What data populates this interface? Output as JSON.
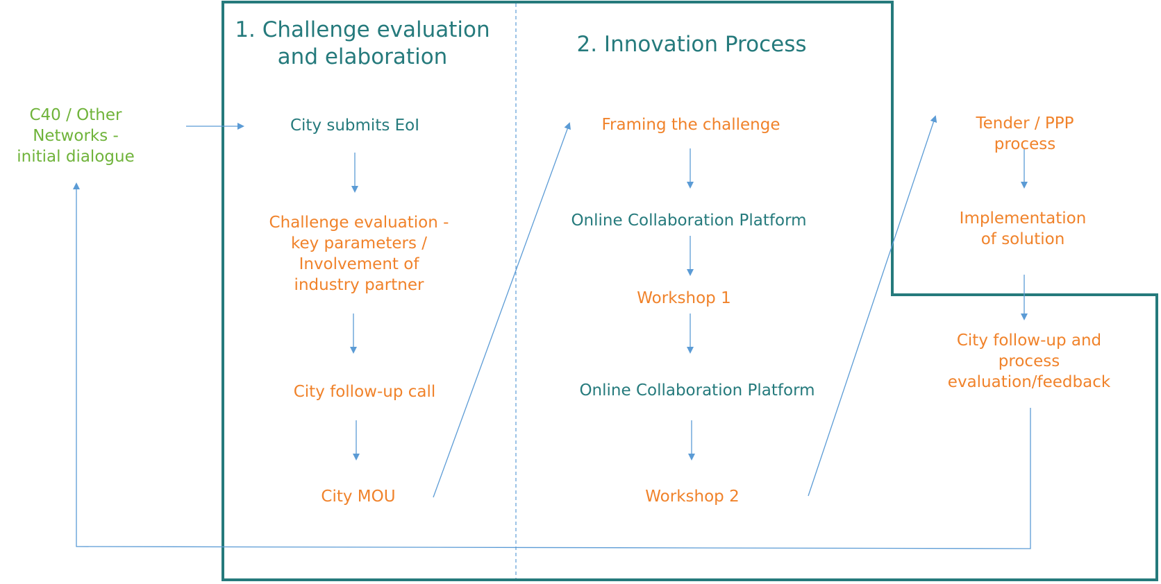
{
  "sections": {
    "section1_title": "1. Challenge  evaluation\nand elaboration",
    "section2_title": "2. Innovation Process"
  },
  "external": {
    "c40": "C40 / Other\nNetworks -\ninitial dialogue"
  },
  "stage1": {
    "submit_eoi": "City submits EoI",
    "challenge_eval": "Challenge evaluation -\nkey parameters /\nInvolvement of\nindustry partner",
    "follow_up_call": "City follow-up call",
    "mou": "City MOU"
  },
  "stage2": {
    "framing": "Framing the challenge",
    "platform_1": "Online Collaboration Platform",
    "workshop_1": "Workshop 1",
    "platform_2": "Online Collaboration Platform",
    "workshop_2": "Workshop 2"
  },
  "stage3": {
    "tender": "Tender / PPP process",
    "implementation": "Implementation\nof solution",
    "follow_up_eval": "City follow-up and process\nevaluation/feedback"
  },
  "colors": {
    "frame": "#257a7c",
    "arrow": "#5b9bd5",
    "teal_text": "#257a7c",
    "orange_text": "#f0822a",
    "green_text": "#6fb33a"
  }
}
